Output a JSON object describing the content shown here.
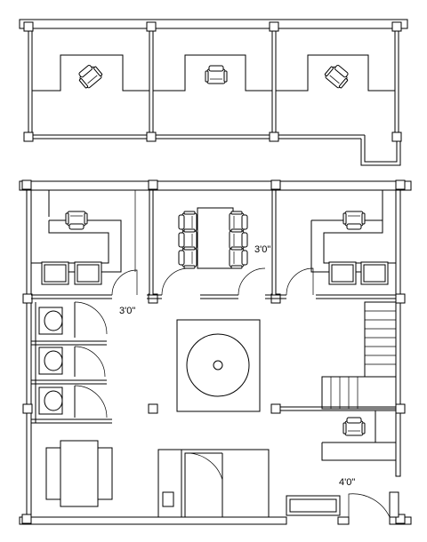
{
  "dimensions": {
    "conference_door": "3'0\"",
    "restroom_door": "3'0\"",
    "entry_door": "4'0\""
  }
}
